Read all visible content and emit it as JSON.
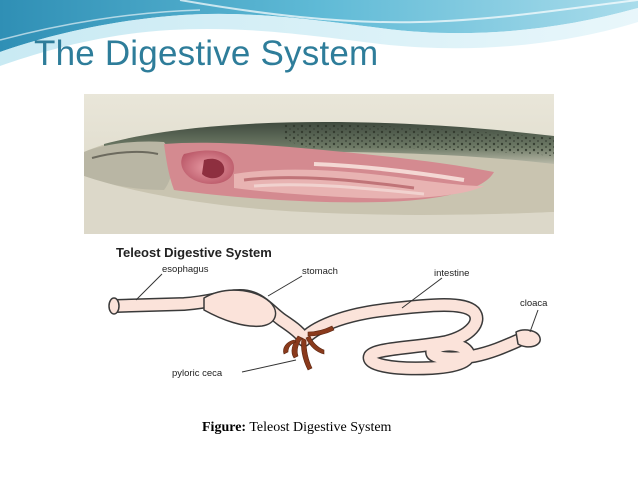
{
  "slide": {
    "title": "The Digestive System",
    "caption": {
      "bold": "Figure:",
      "text": "Teleost Digestive System"
    }
  },
  "diagram": {
    "title": "Teleost Digestive System",
    "labels": {
      "esophagus": "esophagus",
      "stomach": "stomach",
      "intestine": "intestine",
      "cloaca": "cloaca",
      "pyloric_ceca": "pyloric ceca"
    }
  },
  "colors": {
    "title": "#2e7d9a",
    "wave_dark": "#2f8fb5",
    "wave_light": "#a9dceb",
    "gut_fill": "#fbe3da",
    "gut_outline": "#3a3a3a",
    "ceca": "#8a3a1c"
  },
  "icons": [
    "wave-decoration",
    "fish-dissection-photo",
    "digestive-tract-drawing"
  ]
}
